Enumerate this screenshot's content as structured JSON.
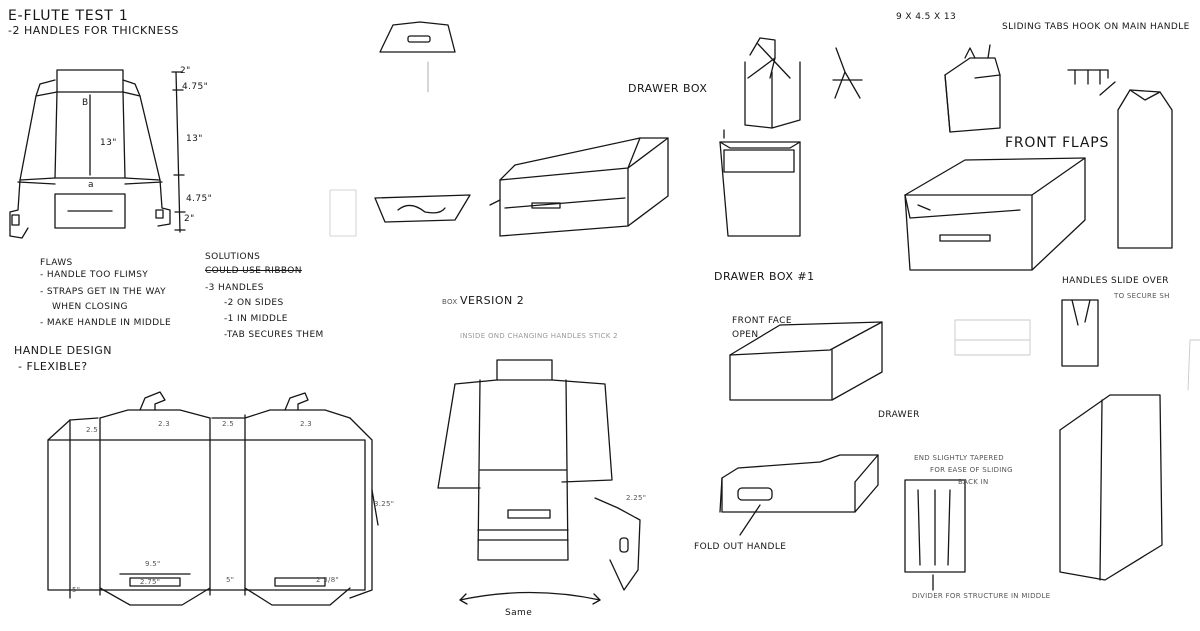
{
  "labels": {
    "eflute_title": "E-FLUTE TEST 1",
    "eflute_subtitle": "-2 HANDLES FOR THICKNESS",
    "dim_2_top": "2\"",
    "dim_475_top": "4.75\"",
    "dim_13": "13\"",
    "dim_475_bottom": "4.75\"",
    "dim_2_bottom": "2\"",
    "dim_b": "B",
    "dim_13_inner": "13\"",
    "dim_a": "a",
    "flaws_title": "FLAWS",
    "flaw_1": "- HANDLE TOO FLIMSY",
    "flaw_2a": "- STRAPS GET IN THE WAY",
    "flaw_2b": "WHEN CLOSING",
    "flaw_3": "- MAKE HANDLE IN MIDDLE",
    "solutions_title": "SOLUTIONS",
    "solution_1": "COULD USE RIBBON",
    "solution_2": "-3 HANDLES",
    "solution_3": "-2 ON SIDES",
    "solution_4": "-1 IN MIDDLE",
    "solution_5": "-TAB SECURES THEM",
    "handle_design_title": "HANDLE DESIGN",
    "handle_design_sub": "- FLEXIBLE?",
    "net_dim_25_a": "2.5",
    "net_dim_23_a": "2.3",
    "net_dim_25_b": "2.5",
    "net_dim_23_b": "2.3",
    "net_dim_325": "3.25\"",
    "net_dim_95": "9.5\"",
    "net_dim_275": "2.75\"",
    "net_dim_5_left": "5\"",
    "net_dim_5_mid": "5\"",
    "net_dim_238": "2 3/8\"",
    "drawer_box_top": "DRAWER BOX",
    "version2_prefix": "BOX",
    "version2_title": "VERSION 2",
    "version2_note": "INSIDE   OND CHANGING HANDLES STICK 2",
    "version2_dim": "2.25\"",
    "version2_same": "Same",
    "dims_9x45x13": "9 x 4.5 x 13",
    "sliding_tabs_note": "SLIDING TABS HOOK ON MAIN HANDLE",
    "front_flaps": "FRONT FLAPS",
    "drawer_box_1": "DRAWER BOX #1",
    "front_face_a": "FRONT FACE",
    "front_face_b": "OPEN",
    "drawer_label": "DRAWER",
    "fold_out_handle": "FOLD OUT HANDLE",
    "end_tapered_1": "END SLIGHTLY TAPERED",
    "end_tapered_2": "FOR EASE OF SLIDING",
    "end_tapered_3": "BACK IN",
    "divider_note": "DIVIDER FOR STRUCTURE IN MIDDLE",
    "handles_slide_1": "HANDLES SLIDE OVER",
    "handles_slide_2": "TO SECURE SH"
  },
  "colors": {
    "ink": "#161616",
    "faint": "#b8b8b8",
    "paper": "#ffffff"
  }
}
